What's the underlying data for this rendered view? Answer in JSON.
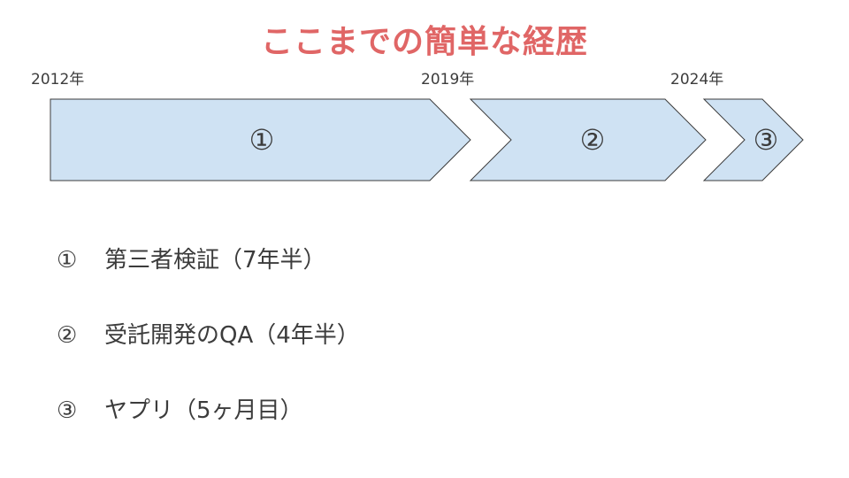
{
  "title": "ここまでの簡単な経歴",
  "years": [
    "2012年",
    "2019年",
    "2024年"
  ],
  "colors": {
    "title": "#e06666",
    "chevron_fill": "#cfe2f3",
    "chevron_stroke": "#3c3c3c",
    "text": "#3c3c3c"
  },
  "phases": [
    {
      "marker": "①",
      "description": "第三者検証（7年半）"
    },
    {
      "marker": "②",
      "description": "受託開発のQA（4年半）"
    },
    {
      "marker": "③",
      "description": "ヤプリ（5ヶ月目）"
    }
  ]
}
